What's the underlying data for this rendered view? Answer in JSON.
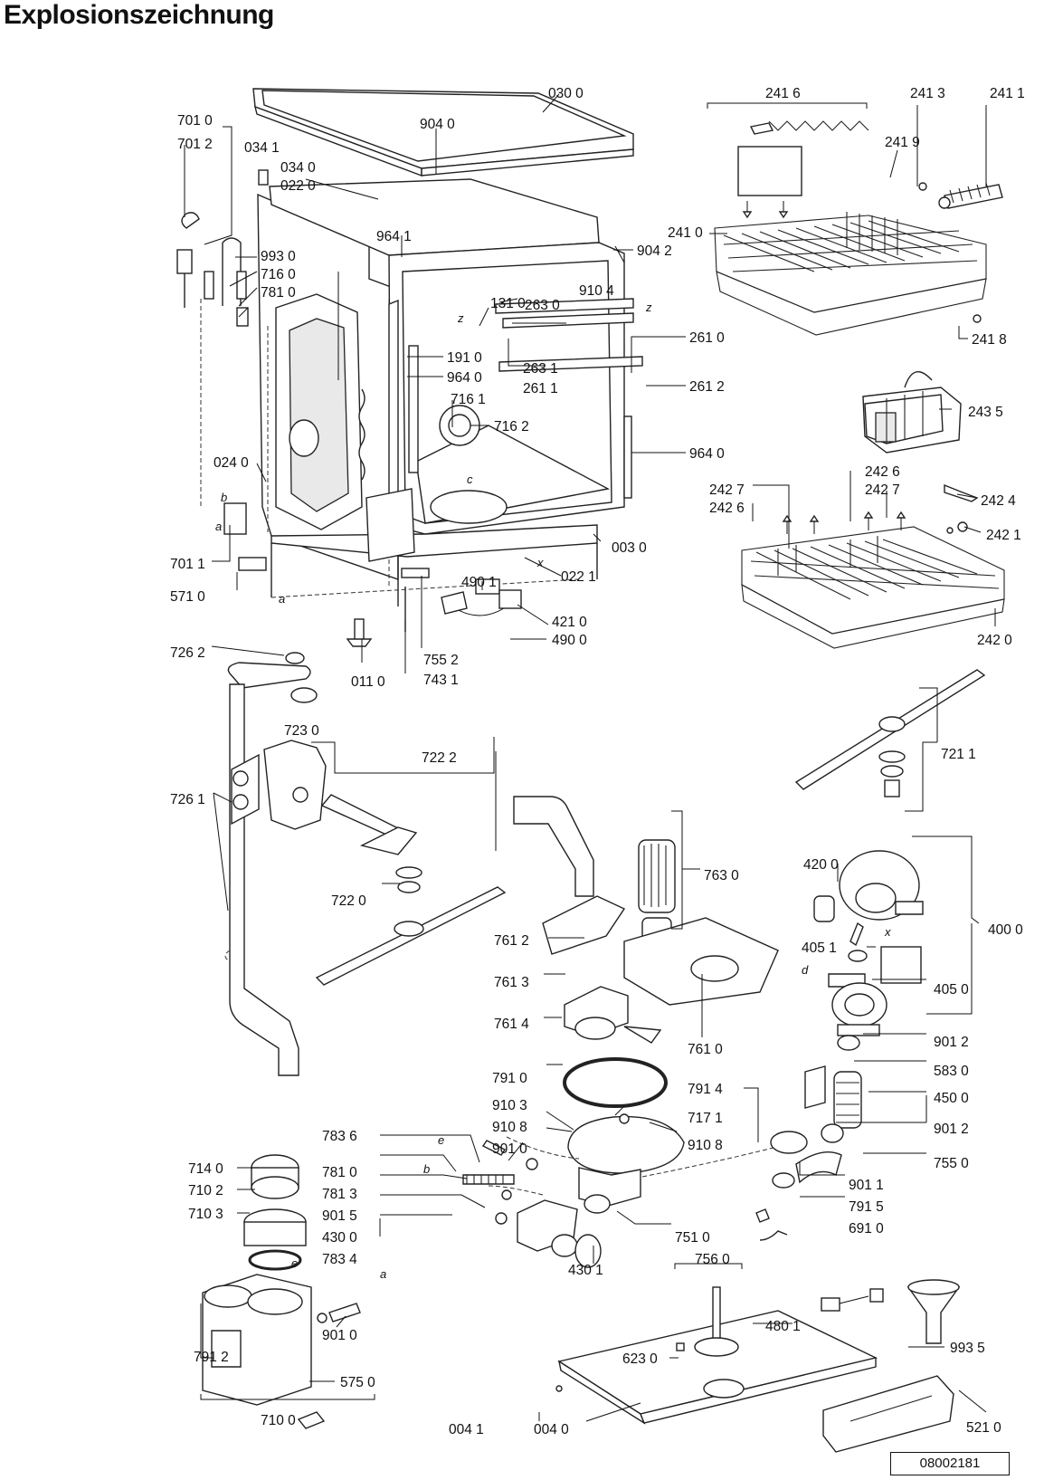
{
  "title": "Explosionszeichnung",
  "document_number": "08002181",
  "letters": [
    "z",
    "z",
    "c",
    "x",
    "b",
    "a",
    "a",
    "x",
    "d",
    "e",
    "b",
    "e",
    "a"
  ],
  "parts": [
    "030 0",
    "701 0",
    "701 2",
    "904 0",
    "034 1",
    "034 0",
    "022 0",
    "964 1",
    "993 0",
    "716 0",
    "781 0",
    "904 2",
    "910 4",
    "131 0",
    "263 0",
    "261 0",
    "263 1",
    "261 1",
    "261 2",
    "191 0",
    "964 0",
    "716 1",
    "716 2",
    "964 0",
    "024 0",
    "003 0",
    "701 1",
    "571 0",
    "022 1",
    "490 1",
    "421 0",
    "490 0",
    "755 2",
    "743 1",
    "011 0",
    "241 6",
    "241 3",
    "241 1",
    "241 9",
    "241 0",
    "241 8",
    "243 5",
    "242 6",
    "242 7",
    "242 7",
    "242 6",
    "242 4",
    "242 1",
    "242 0",
    "726 2",
    "723 0",
    "722 2",
    "721 1",
    "726 1",
    "722 0",
    "763 0",
    "761 2",
    "761 3",
    "761 4",
    "761 0",
    "420 0",
    "400 0",
    "405 1",
    "405 0",
    "901 2",
    "583 0",
    "450 0",
    "791 0",
    "791 4",
    "910 3",
    "717 1",
    "910 8",
    "910 8",
    "901 2",
    "783 6",
    "901 0",
    "755 0",
    "781 0",
    "901 1",
    "781 3",
    "791 5",
    "901 5",
    "691 0",
    "430 0",
    "751 0",
    "714 0",
    "710 2",
    "710 3",
    "783 4",
    "430 1",
    "901 0",
    "791 2",
    "575 0",
    "756 0",
    "480 1",
    "993 5",
    "623 0",
    "004 1",
    "004 0",
    "521 0",
    "710 0"
  ]
}
